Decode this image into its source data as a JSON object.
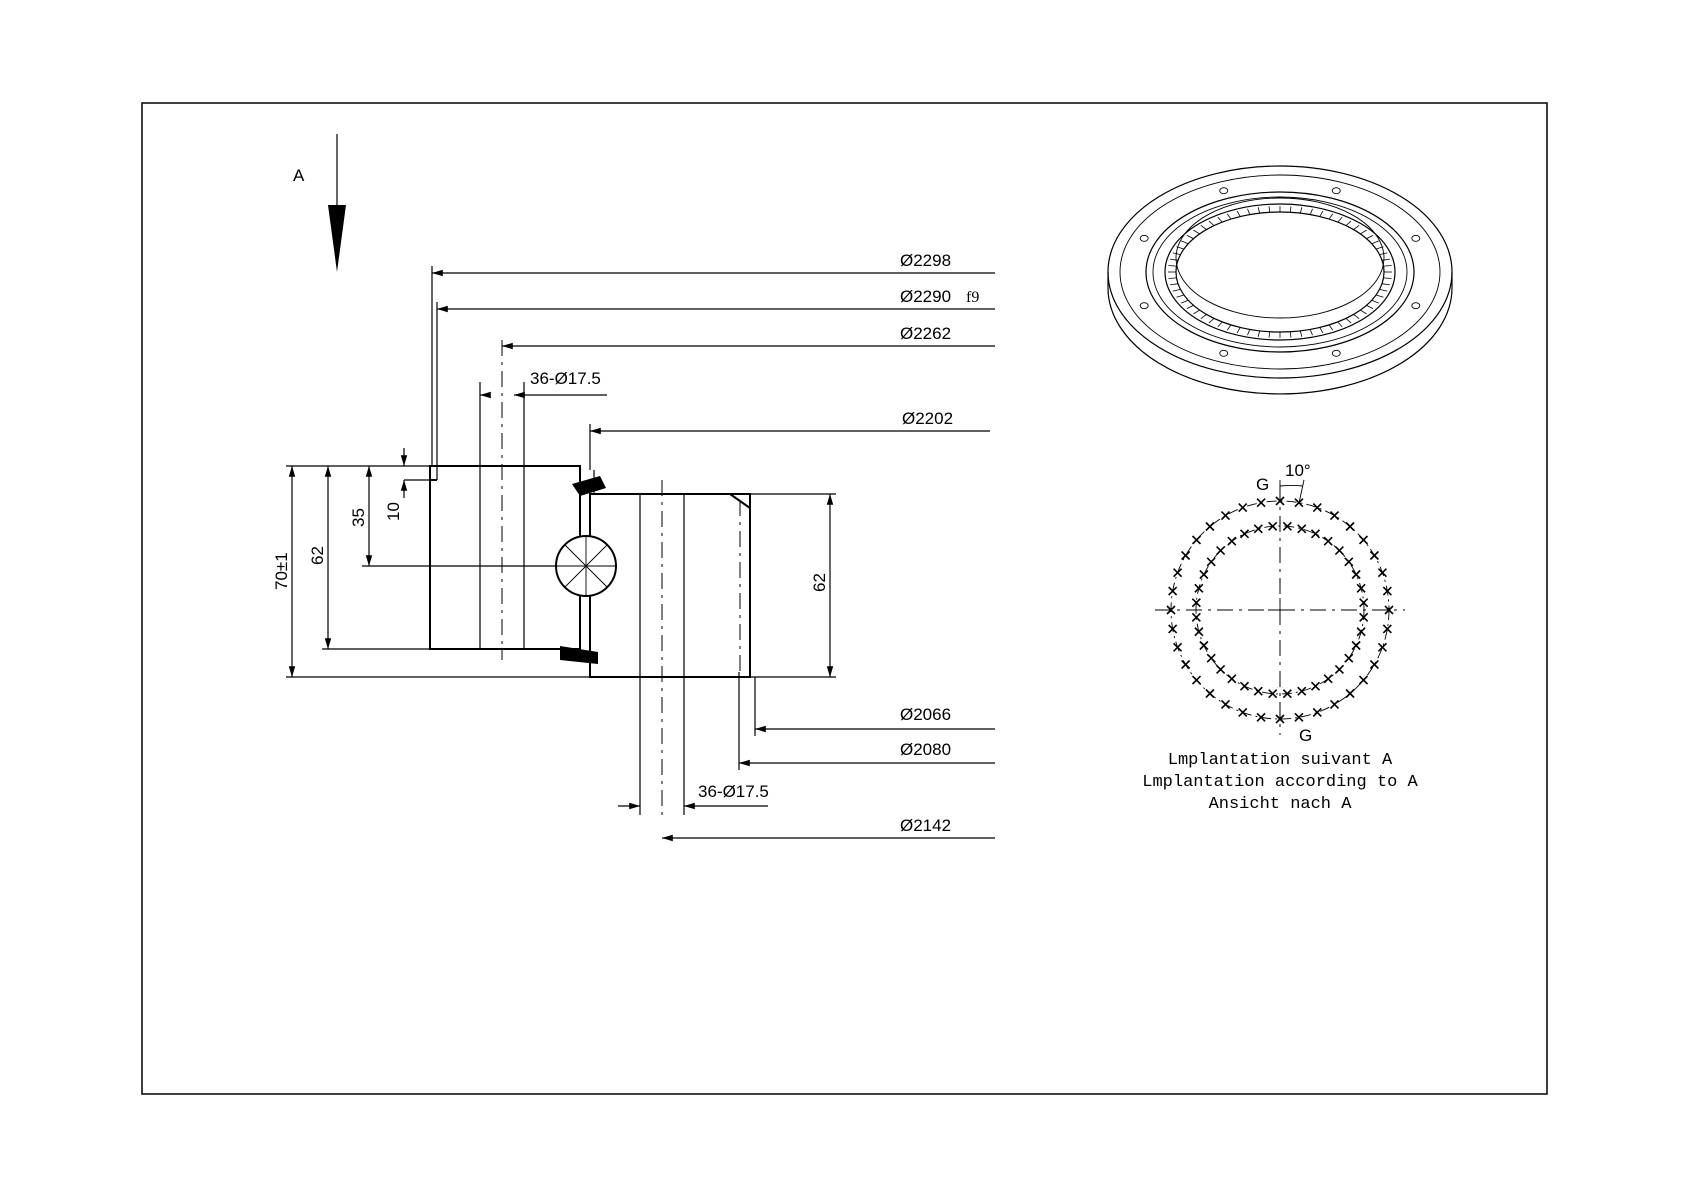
{
  "view_label": "A",
  "dimensions": {
    "d2298": "Ø2298",
    "d2290": "Ø2290",
    "d2290_tol": "f9",
    "d2262": "Ø2262",
    "holes_outer": "36-Ø17.5",
    "d2202": "Ø2202",
    "d2066": "Ø2066",
    "d2080": "Ø2080",
    "holes_inner": "36-Ø17.5",
    "d2142": "Ø2142",
    "h70": "70±1",
    "h62_left": "62",
    "h35": "35",
    "h10": "10",
    "h62_right": "62"
  },
  "layout_view": {
    "angle": "10°",
    "mark_top": "G",
    "mark_bottom": "G",
    "caption_fr": "Lmplantation suivant A",
    "caption_en": "Lmplantation according to A",
    "caption_de": "Ansicht nach A"
  },
  "hole_pattern": {
    "outer_circle_holes": 36,
    "inner_circle_holes": 36
  }
}
